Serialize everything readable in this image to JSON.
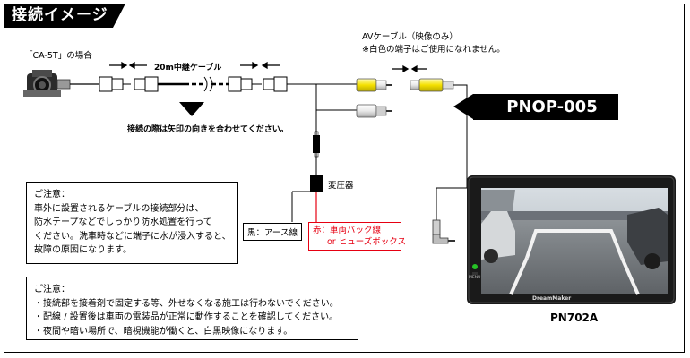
{
  "header": {
    "title": "接続イメージ"
  },
  "camera": {
    "label": "「CA-5T」の場合"
  },
  "cable": {
    "extension_label": "20m中継ケーブル"
  },
  "arrow_note": "接続の際は矢印の向きを合わせてください。",
  "av_cable": {
    "title": "AVケーブル（映像のみ）",
    "note": "※白色の端子はご使用になれません。"
  },
  "product_badge": "PNOP-005",
  "transformer": {
    "label": "変圧器"
  },
  "ground_wire": {
    "label": "黒：アース線"
  },
  "red_wire": {
    "label1": "赤：車両バック線",
    "label2": "or ヒューズボックス",
    "color": "#e60012"
  },
  "monitor": {
    "model": "PN702A",
    "brand": "DreamMaker",
    "button_label": "MENU"
  },
  "note1": {
    "title": "ご注意：",
    "lines": [
      "車外に設置されるケーブルの接続部分は、",
      "防水テープなどでしっかり防水処置を行って",
      "ください。洗車時などに端子に水が浸入すると、",
      "故障の原因になります。"
    ]
  },
  "note2": {
    "title": "ご注意：",
    "lines": [
      "・接続部を接着剤で固定する等、外せなくなる施工は行わないでください。",
      "・配線 / 設置後は車両の電装品が正常に動作することを確認してください。",
      "・夜間や暗い場所で、暗視機能が働くと、白黒映像になります。"
    ]
  },
  "colors": {
    "yellow_plug": "#f5e000",
    "white_plug": "#f2f2f2",
    "black": "#000000"
  }
}
